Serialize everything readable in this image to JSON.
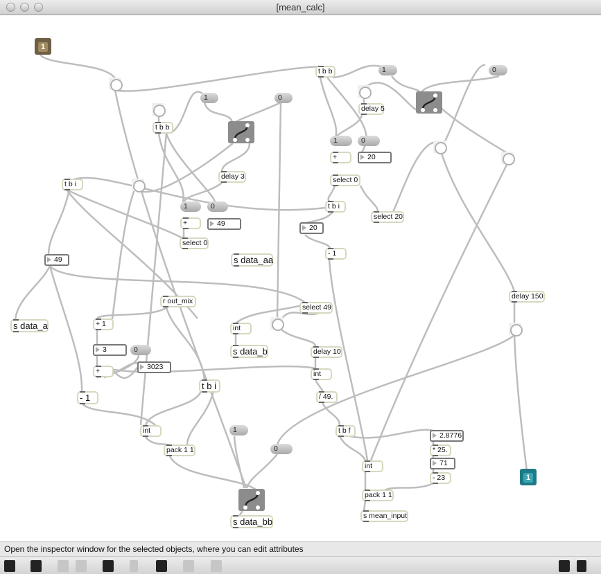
{
  "window": {
    "title": "[mean_calc]"
  },
  "status": "Open the inspector window for the selected objects, where you can edit attributes",
  "toolbar": {
    "icons": [
      "lock-icon",
      "new-view-icon",
      "edit-icon",
      "delete-icon",
      "presentation-icon",
      "inspector-icon",
      "object-icon",
      "grid-icon",
      "extras-icon",
      "split-horizontal-icon",
      "split-vertical-icon"
    ]
  },
  "colors": {
    "inlet": "#6e5f46",
    "outlet": "#1e7a86",
    "object_border": "#d6d8bf"
  },
  "inlet": "1",
  "outlet": "1",
  "objects": {
    "tbi1": "t b i",
    "tbb1": "t b b",
    "delay3": "delay 3",
    "plus1": "+",
    "select0a": "select 0",
    "sdataaa": "s data_aa",
    "tbb2": "t b b",
    "delay5": "delay 5",
    "plus2": "+",
    "select0b": "select 0",
    "tbi2": "t b i",
    "select20": "select 20",
    "minus1a": "- 1",
    "sdataa": "s data_a",
    "rout": "r out_mix",
    "select49": "select 49",
    "int1": "int",
    "sdatab": "s data_b",
    "plus1b": "+ 1",
    "plus3": "+",
    "minus1b": "- 1",
    "delay10": "delay 10",
    "int2": "int",
    "div49": "/ 49.",
    "tbi3": "t b i",
    "int3": "int",
    "pack1": "pack 1 1",
    "tbf": "t b f",
    "int4": "int",
    "mul25": "* 25.",
    "minus23": "- 23",
    "pack2": "pack 1 1",
    "smean": "s mean_input",
    "delay150": "delay 150",
    "sdatabb": "s data_bb"
  },
  "numbers": {
    "n49a": "49",
    "n20a": "20",
    "n20b": "20",
    "n49b": "49",
    "n3": "3",
    "n3023": "3023",
    "n28776": "2.8776",
    "n71": "71"
  },
  "messages": {
    "m1a": "1",
    "m0a": "0",
    "m1b": "1",
    "m0b": "0",
    "m1c": "1",
    "m0c": "0",
    "m1d": "1",
    "m0d": "0",
    "m0e": "0",
    "m1e": "1",
    "m0f": "0"
  }
}
